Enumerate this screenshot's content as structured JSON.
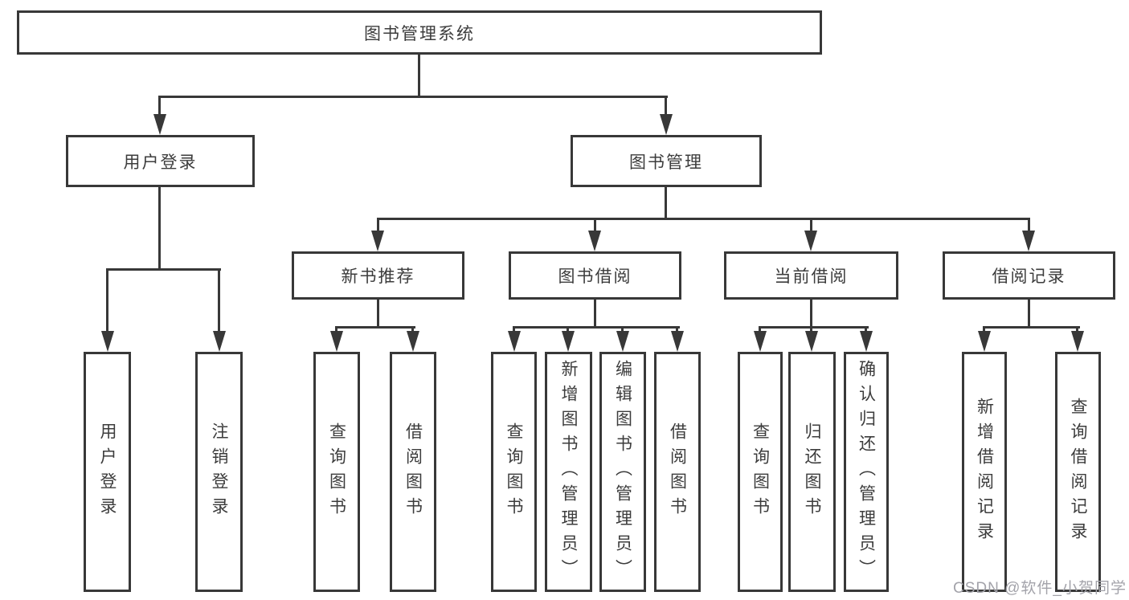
{
  "tree": {
    "label": "图书管理系统",
    "children": [
      {
        "label": "用户登录",
        "children": [
          {
            "label": "用户登录"
          },
          {
            "label": "注销登录"
          }
        ]
      },
      {
        "label": "图书管理",
        "children": [
          {
            "label": "新书推荐",
            "children": [
              {
                "label": "查询图书"
              },
              {
                "label": "借阅图书"
              }
            ]
          },
          {
            "label": "图书借阅",
            "children": [
              {
                "label": "查询图书"
              },
              {
                "label": "新增图书（管理员）"
              },
              {
                "label": "编辑图书（管理员）"
              },
              {
                "label": "借阅图书"
              }
            ]
          },
          {
            "label": "当前借阅",
            "children": [
              {
                "label": "查询图书"
              },
              {
                "label": "归还图书"
              },
              {
                "label": "确认归还（管理员）"
              }
            ]
          },
          {
            "label": "借阅记录",
            "children": [
              {
                "label": "新增借阅记录"
              },
              {
                "label": "查询借阅记录"
              }
            ]
          }
        ]
      }
    ]
  },
  "watermark": {
    "text": "CSDN @软件_小贺同学"
  },
  "colors": {
    "line": "#383838",
    "text": "#3c3c3c",
    "background": "#ffffff",
    "watermark": "#a3a3aa"
  }
}
